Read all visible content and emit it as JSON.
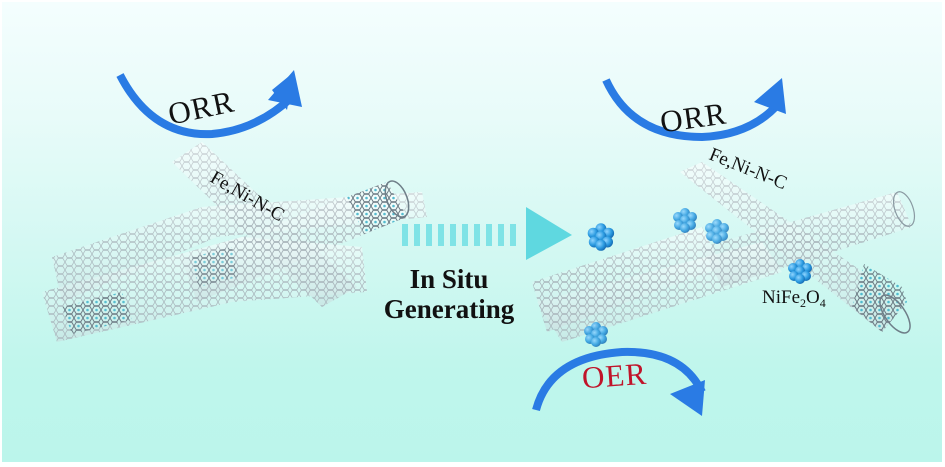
{
  "colors": {
    "arrow_blue": "#2a7be4",
    "transfer_arrow": "#5fd8e0",
    "oer_red": "#c0142a",
    "cluster_blue": "#2a9ae0",
    "tube_gray": "#8a9aa2",
    "tube_teal": "#3ab0c8"
  },
  "left_panel": {
    "reaction_label": "ORR",
    "catalyst_label": "Fe,Ni-N-C"
  },
  "transition": {
    "line1": "In Situ",
    "line2": "Generating"
  },
  "right_panel": {
    "reaction_top_label": "ORR",
    "catalyst_label": "Fe,Ni-N-C",
    "particle_label": {
      "base": "NiFe",
      "sub1": "2",
      "mid": "O",
      "sub2": "4"
    },
    "reaction_bottom_label": "OER"
  },
  "icons": {
    "orr_arrow": "curved-arrow-up-right",
    "oer_arrow": "curved-arrow-down-right",
    "transfer_arrow": "dashed-arrow-right",
    "nanotube": "carbon-nanotube",
    "cluster": "nanoparticle-cluster"
  }
}
